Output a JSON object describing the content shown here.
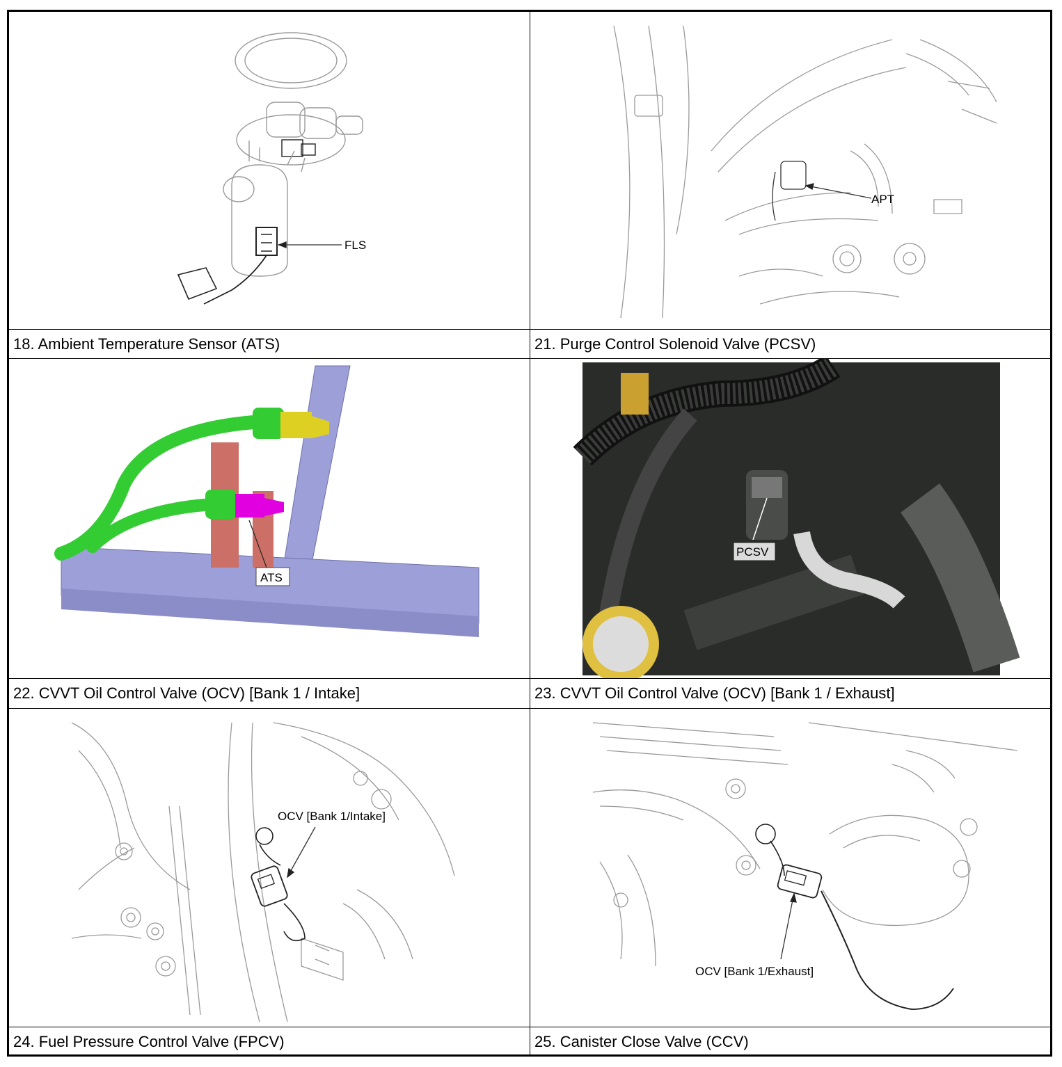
{
  "cells": [
    {
      "caption": "18. Ambient Temperature Sensor (ATS)",
      "callout": "FLS"
    },
    {
      "caption": "21. Purge Control Solenoid Valve (PCSV)",
      "callout": "APT"
    },
    {
      "caption": "22. CVVT Oil Control Valve (OCV) [Bank 1 / Intake]",
      "callout": "ATS"
    },
    {
      "caption": "23. CVVT Oil Control Valve (OCV) [Bank 1 / Exhaust]",
      "callout": "PCSV"
    },
    {
      "caption": "24. Fuel Pressure Control Valve (FPCV)",
      "callout": "OCV [Bank 1/Intake]"
    },
    {
      "caption": "25. Canister Close Valve (CCV)",
      "callout": "OCV [Bank 1/Exhaust]"
    }
  ],
  "colors": {
    "line_art": "#9a9a9a",
    "frame_purple": "#9da0d8",
    "hose_green": "#33cc33",
    "connector_yellow": "#ddd022",
    "connector_magenta": "#e000e0",
    "bracket_red": "#cc6f66",
    "photo_dark": "#2a2c2a"
  }
}
